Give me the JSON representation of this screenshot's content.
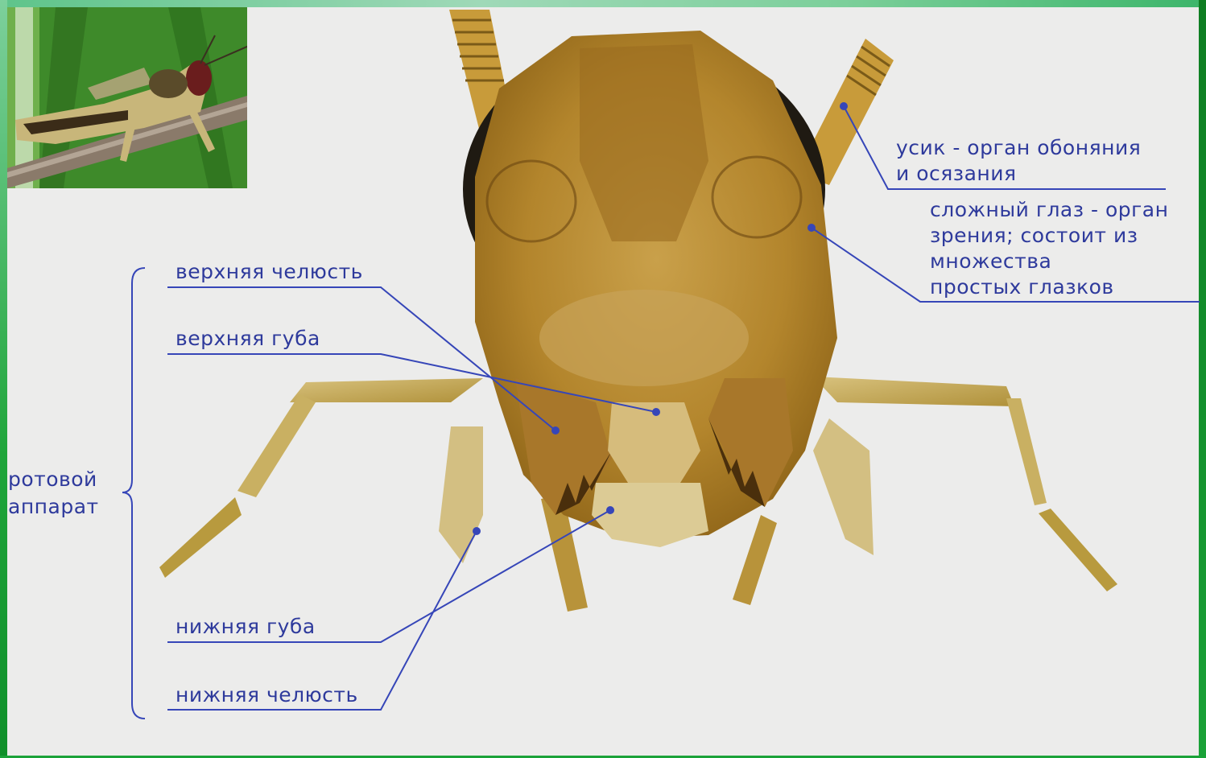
{
  "labels": {
    "antenna_line1": "усик - орган обоняния",
    "antenna_line2": "и осязания",
    "eye_line1": "сложный глаз - орган",
    "eye_line2": "зрения; состоит из",
    "eye_line3": "множества",
    "eye_line4": "простых глазков",
    "upper_jaw": "верхняя челюсть",
    "upper_lip": "верхняя губа",
    "lower_lip": "нижняя губа",
    "lower_jaw": "нижняя челюсть",
    "mouth_line1": "ротовой",
    "mouth_line2": "аппарат"
  },
  "colors": {
    "label_text": "#2e3a9c",
    "leader_line": "#3646b8",
    "background": "#ececeb",
    "frame_green": "#1aa238",
    "head_brown": "#b8892c",
    "appendage_tan": "#c9b062"
  },
  "icons": {
    "inset_photo": "grasshopper-photo",
    "main_image": "grasshopper-head-front-view"
  }
}
